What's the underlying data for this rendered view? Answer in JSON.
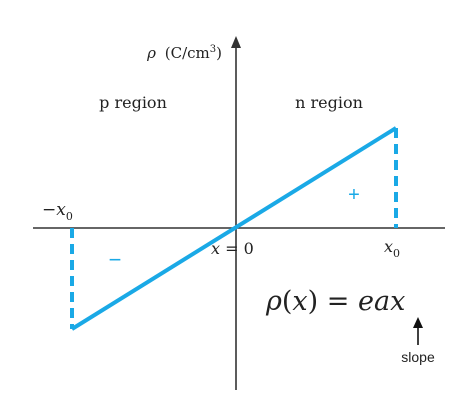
{
  "axis_labels": {
    "y_symbol": "ρ",
    "y_units": "(C/cm",
    "y_units_sup": "3",
    "y_units_close": ")",
    "neg_x0_minus": "−",
    "neg_x0_var": "x",
    "neg_x0_sub": "0",
    "x0_var": "x",
    "x0_sub": "0",
    "origin_var": "x",
    "origin_rest": " = 0"
  },
  "regions": {
    "p": "p region",
    "n": "n region"
  },
  "signs": {
    "plus": "+",
    "minus": "−"
  },
  "equation": {
    "lhs_rho": "ρ",
    "lhs_paren_open": "(",
    "lhs_x": "x",
    "lhs_paren_close": ")",
    "equals": " = ",
    "rhs": "eax"
  },
  "annotation": {
    "slope_label": "slope"
  },
  "colors": {
    "line": "#1aa9e6",
    "axis": "#333333",
    "text": "#222222"
  }
}
